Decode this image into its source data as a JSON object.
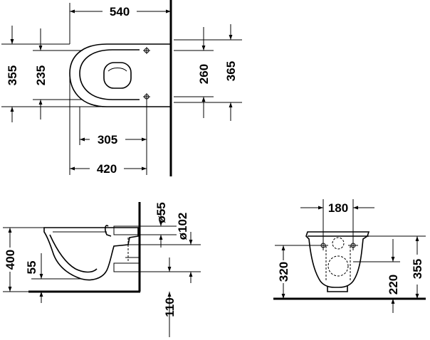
{
  "labels": {
    "top_width": "540",
    "top_left_outer": "355",
    "top_left_inner": "235",
    "top_right_inner": "260",
    "top_right_outer": "365",
    "top_bottom_inner": "305",
    "top_bottom_outer": "420",
    "side_pipe_dia_small": "ø55",
    "side_pipe_dia_large": "ø102",
    "side_height": "400",
    "side_outlet_height": "55",
    "side_below_floor": "110",
    "front_width": "180",
    "front_left_height": "320",
    "front_right_inner": "220",
    "front_right_outer": "355"
  }
}
